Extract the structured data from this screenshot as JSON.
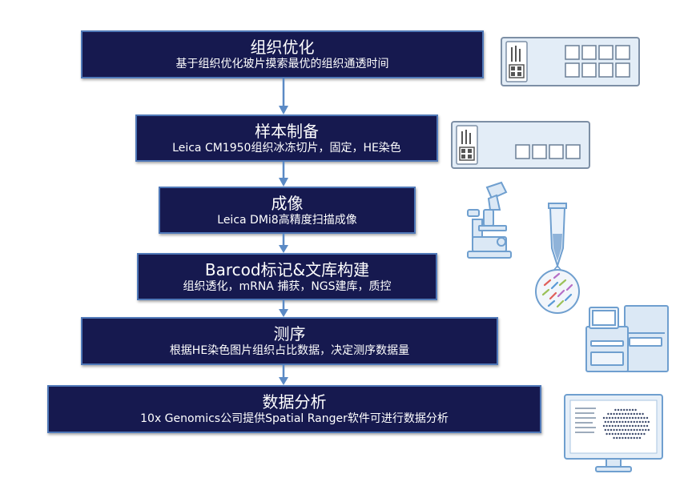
{
  "steps": [
    {
      "title": "组织优化",
      "subtitle": "基于组织优化玻片摸索最优的组织通透时间"
    },
    {
      "title": "样本制备",
      "subtitle": "Leica CM1950组织冰冻切片，固定，HE染色"
    },
    {
      "title": "成像",
      "subtitle": "Leica DMi8高精度扫描成像"
    },
    {
      "title": "Barcod标记&文库构建",
      "subtitle": "组织透化，mRNA 捕获，NGS建库，质控"
    },
    {
      "title": "测序",
      "subtitle": "根据HE染色图片组织占比数据，决定测序数据量"
    },
    {
      "title": "数据分析",
      "subtitle": "10x Genomics公司提供Spatial Ranger软件可进行数据分析"
    }
  ],
  "colors": {
    "box_fill": "#16194f",
    "box_border": "#4f78b8",
    "arrow": "#5b8ac5",
    "illustration_line": "#6f9fcf",
    "illustration_fill": "#dbe8f5"
  },
  "icons": [
    "optimization-slide-icon",
    "expression-slide-icon",
    "microscope-icon",
    "tube-icon",
    "sequencer-icon",
    "monitor-icon"
  ]
}
